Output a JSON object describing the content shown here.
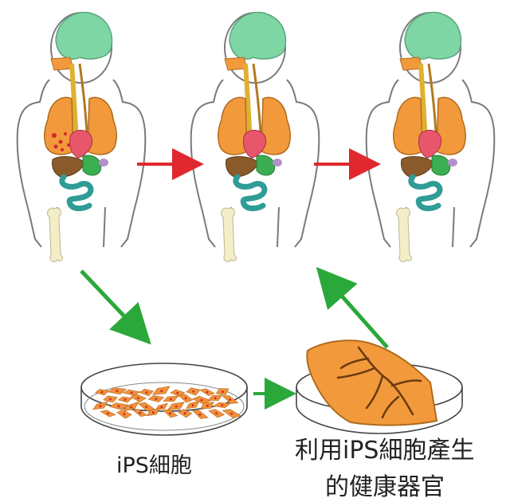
{
  "labels": {
    "ips_cells": "iPS細胞",
    "healthy_organ_line1": "利用iPS細胞產生",
    "healthy_organ_line2": "的健康器官"
  },
  "colors": {
    "body_outline": "#7a7a7a",
    "brain": "#7fd6a5",
    "lungs": "#f29a3b",
    "heart": "#e8566b",
    "liver": "#8a5a2b",
    "stomach": "#3cae52",
    "intestine": "#2f9c96",
    "bone": "#f2eec7",
    "trachea": "#e0b030",
    "red_arrow": "#e0282e",
    "green_arrow": "#2aa83a",
    "organ_patch": "#f29a3b",
    "dish_cells": "#f2913a"
  },
  "icons": [
    "human-body-icon",
    "lungs-icon",
    "petri-dish-icon",
    "arrow-icon"
  ]
}
